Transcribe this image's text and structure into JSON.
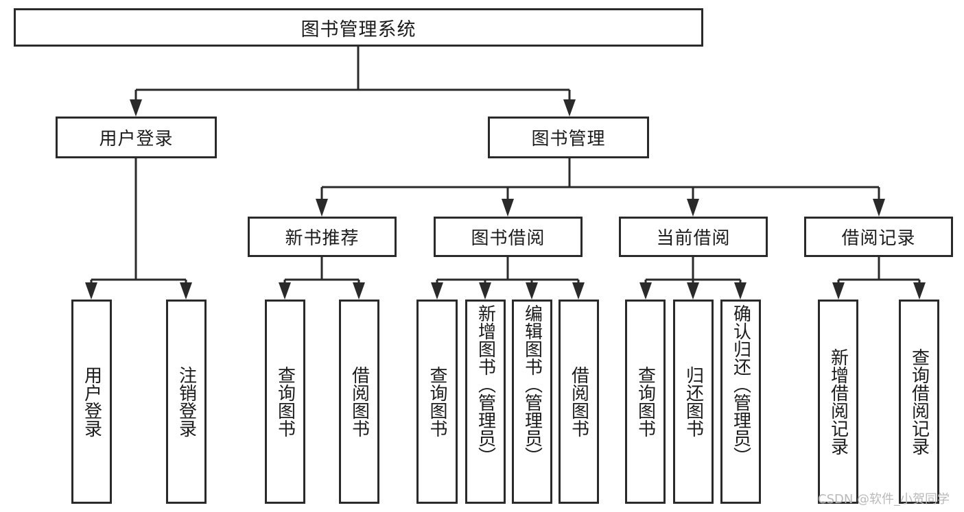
{
  "diagram": {
    "type": "hierarchy-tree",
    "title": "图书管理系统",
    "watermark": "CSDN @软件_小贺同学",
    "colors": {
      "stroke": "#2a2a2a",
      "fill": "#ffffff",
      "text": "#1b1b1b",
      "watermark": "#b9b9b9"
    },
    "levels": {
      "root": "图书管理系统",
      "level2": [
        "用户登录",
        "图书管理"
      ],
      "level3": [
        "新书推荐",
        "图书借阅",
        "当前借阅",
        "借阅记录"
      ]
    },
    "nodes": {
      "root": {
        "label": "图书管理系统"
      },
      "user_login": {
        "label": "用户登录"
      },
      "book_manage": {
        "label": "图书管理"
      },
      "new_book_rec": {
        "label": "新书推荐"
      },
      "book_borrow": {
        "label": "图书借阅"
      },
      "current_borrow": {
        "label": "当前借阅"
      },
      "borrow_record": {
        "label": "借阅记录"
      }
    },
    "leaves": {
      "user_login": [
        {
          "label": "用户登录"
        },
        {
          "label": "注销登录"
        }
      ],
      "new_book_rec": [
        {
          "label": "查询图书"
        },
        {
          "label": "借阅图书"
        }
      ],
      "book_borrow": [
        {
          "label": "查询图书"
        },
        {
          "label": "新增图书（管理员）"
        },
        {
          "label": "编辑图书（管理员）"
        },
        {
          "label": "借阅图书"
        }
      ],
      "current_borrow": [
        {
          "label": "查询图书"
        },
        {
          "label": "归还图书"
        },
        {
          "label": "确认归还（管理员）"
        }
      ],
      "borrow_record": [
        {
          "label": "新增借阅记录"
        },
        {
          "label": "查询借阅记录"
        }
      ]
    }
  }
}
